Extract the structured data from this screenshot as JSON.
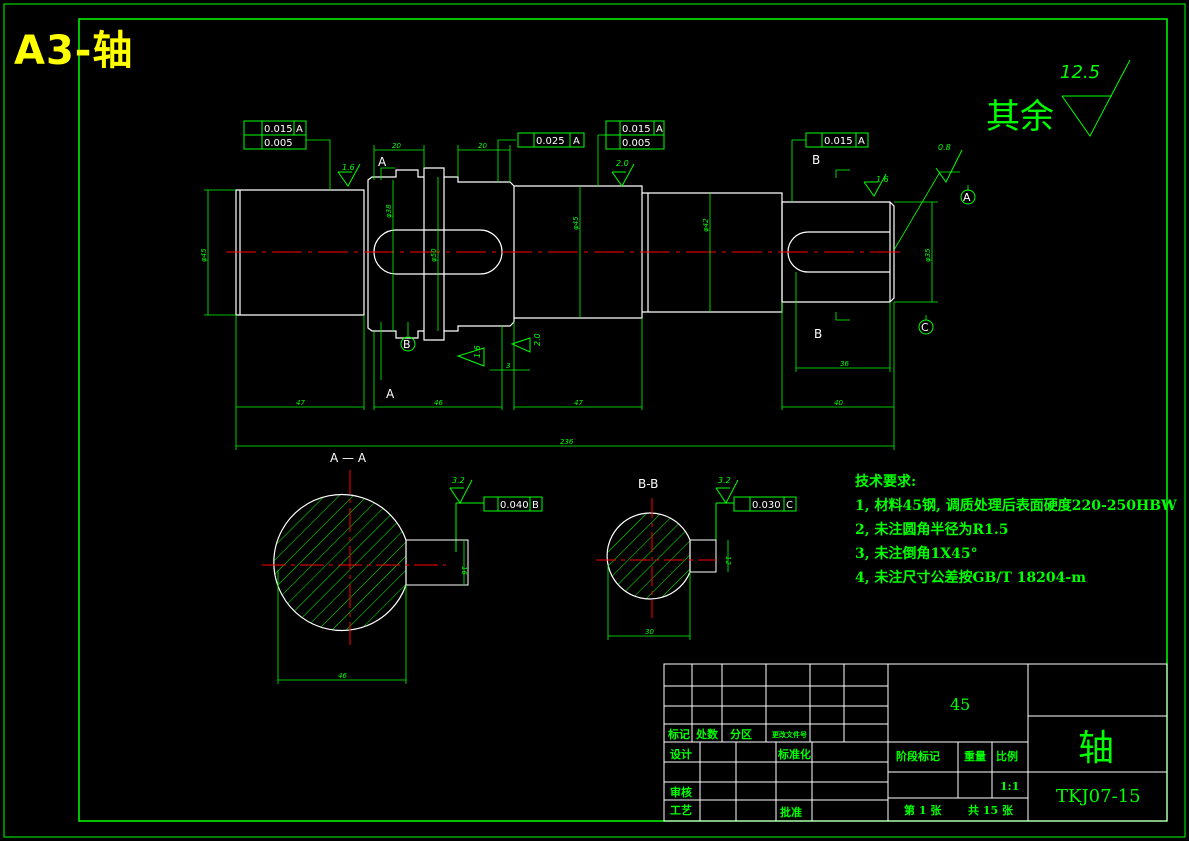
{
  "sheet_title": "A3-轴",
  "roughness": {
    "other_label": "其余",
    "other_value": "12.5",
    "r1": "1.6",
    "r2": "2.0",
    "r3": "1.6",
    "r4": "0.8",
    "r5": "1.6",
    "r6": "2.0",
    "r7": "3.2",
    "r8": "3.2"
  },
  "tolerances": {
    "runout": "0.015",
    "cyl": "0.005",
    "runout_b": "0.025",
    "datum_a": "A",
    "runout_4": "0.015",
    "sym_b": "0.040",
    "sym_c": "0.030",
    "datum_b": "B",
    "datum_c": "C"
  },
  "dimensions": {
    "d1": "20",
    "d2": "20",
    "len1": "47",
    "len2": "46",
    "len3": "47",
    "len4": "40",
    "len5": "36",
    "len_total": "236",
    "gap": "3",
    "sec_a_width": "46",
    "sec_a_key": "16",
    "sec_b_width": "30",
    "sec_b_key": "12",
    "dia1": "φ45",
    "dia2": "φ50",
    "dia3": "φ45",
    "dia4": "φ42",
    "dia5": "φ35",
    "dia6": "φ38"
  },
  "section_labels": {
    "a": "A",
    "a2": "A",
    "b": "B",
    "b2": "B",
    "aa": "A — A",
    "bb": "B-B"
  },
  "datums": {
    "a": "A",
    "b": "B",
    "c": "C"
  },
  "tech_requirements": {
    "title": "技术要求:",
    "items": [
      "1, 材料45钢, 调质处理后表面硬度220-250HBW",
      "2, 未注圆角半径为R1.5",
      "3, 未注倒角1X45°",
      "4, 未注尺寸公差按GB/T 18204-m"
    ]
  },
  "title_block": {
    "material": "45",
    "part_name": "轴",
    "drawing_no": "TKJ07-15",
    "mark": "标记",
    "count": "处数",
    "zone": "分区",
    "change_doc": "更改文件号",
    "design": "设计",
    "standardize": "标准化",
    "stage_mark": "阶段标记",
    "weight": "重量",
    "scale_label": "比例",
    "scale": "1:1",
    "review": "审核",
    "process": "工艺",
    "approve": "批准",
    "sheet": "第 1 张",
    "total": "共 15 张"
  }
}
